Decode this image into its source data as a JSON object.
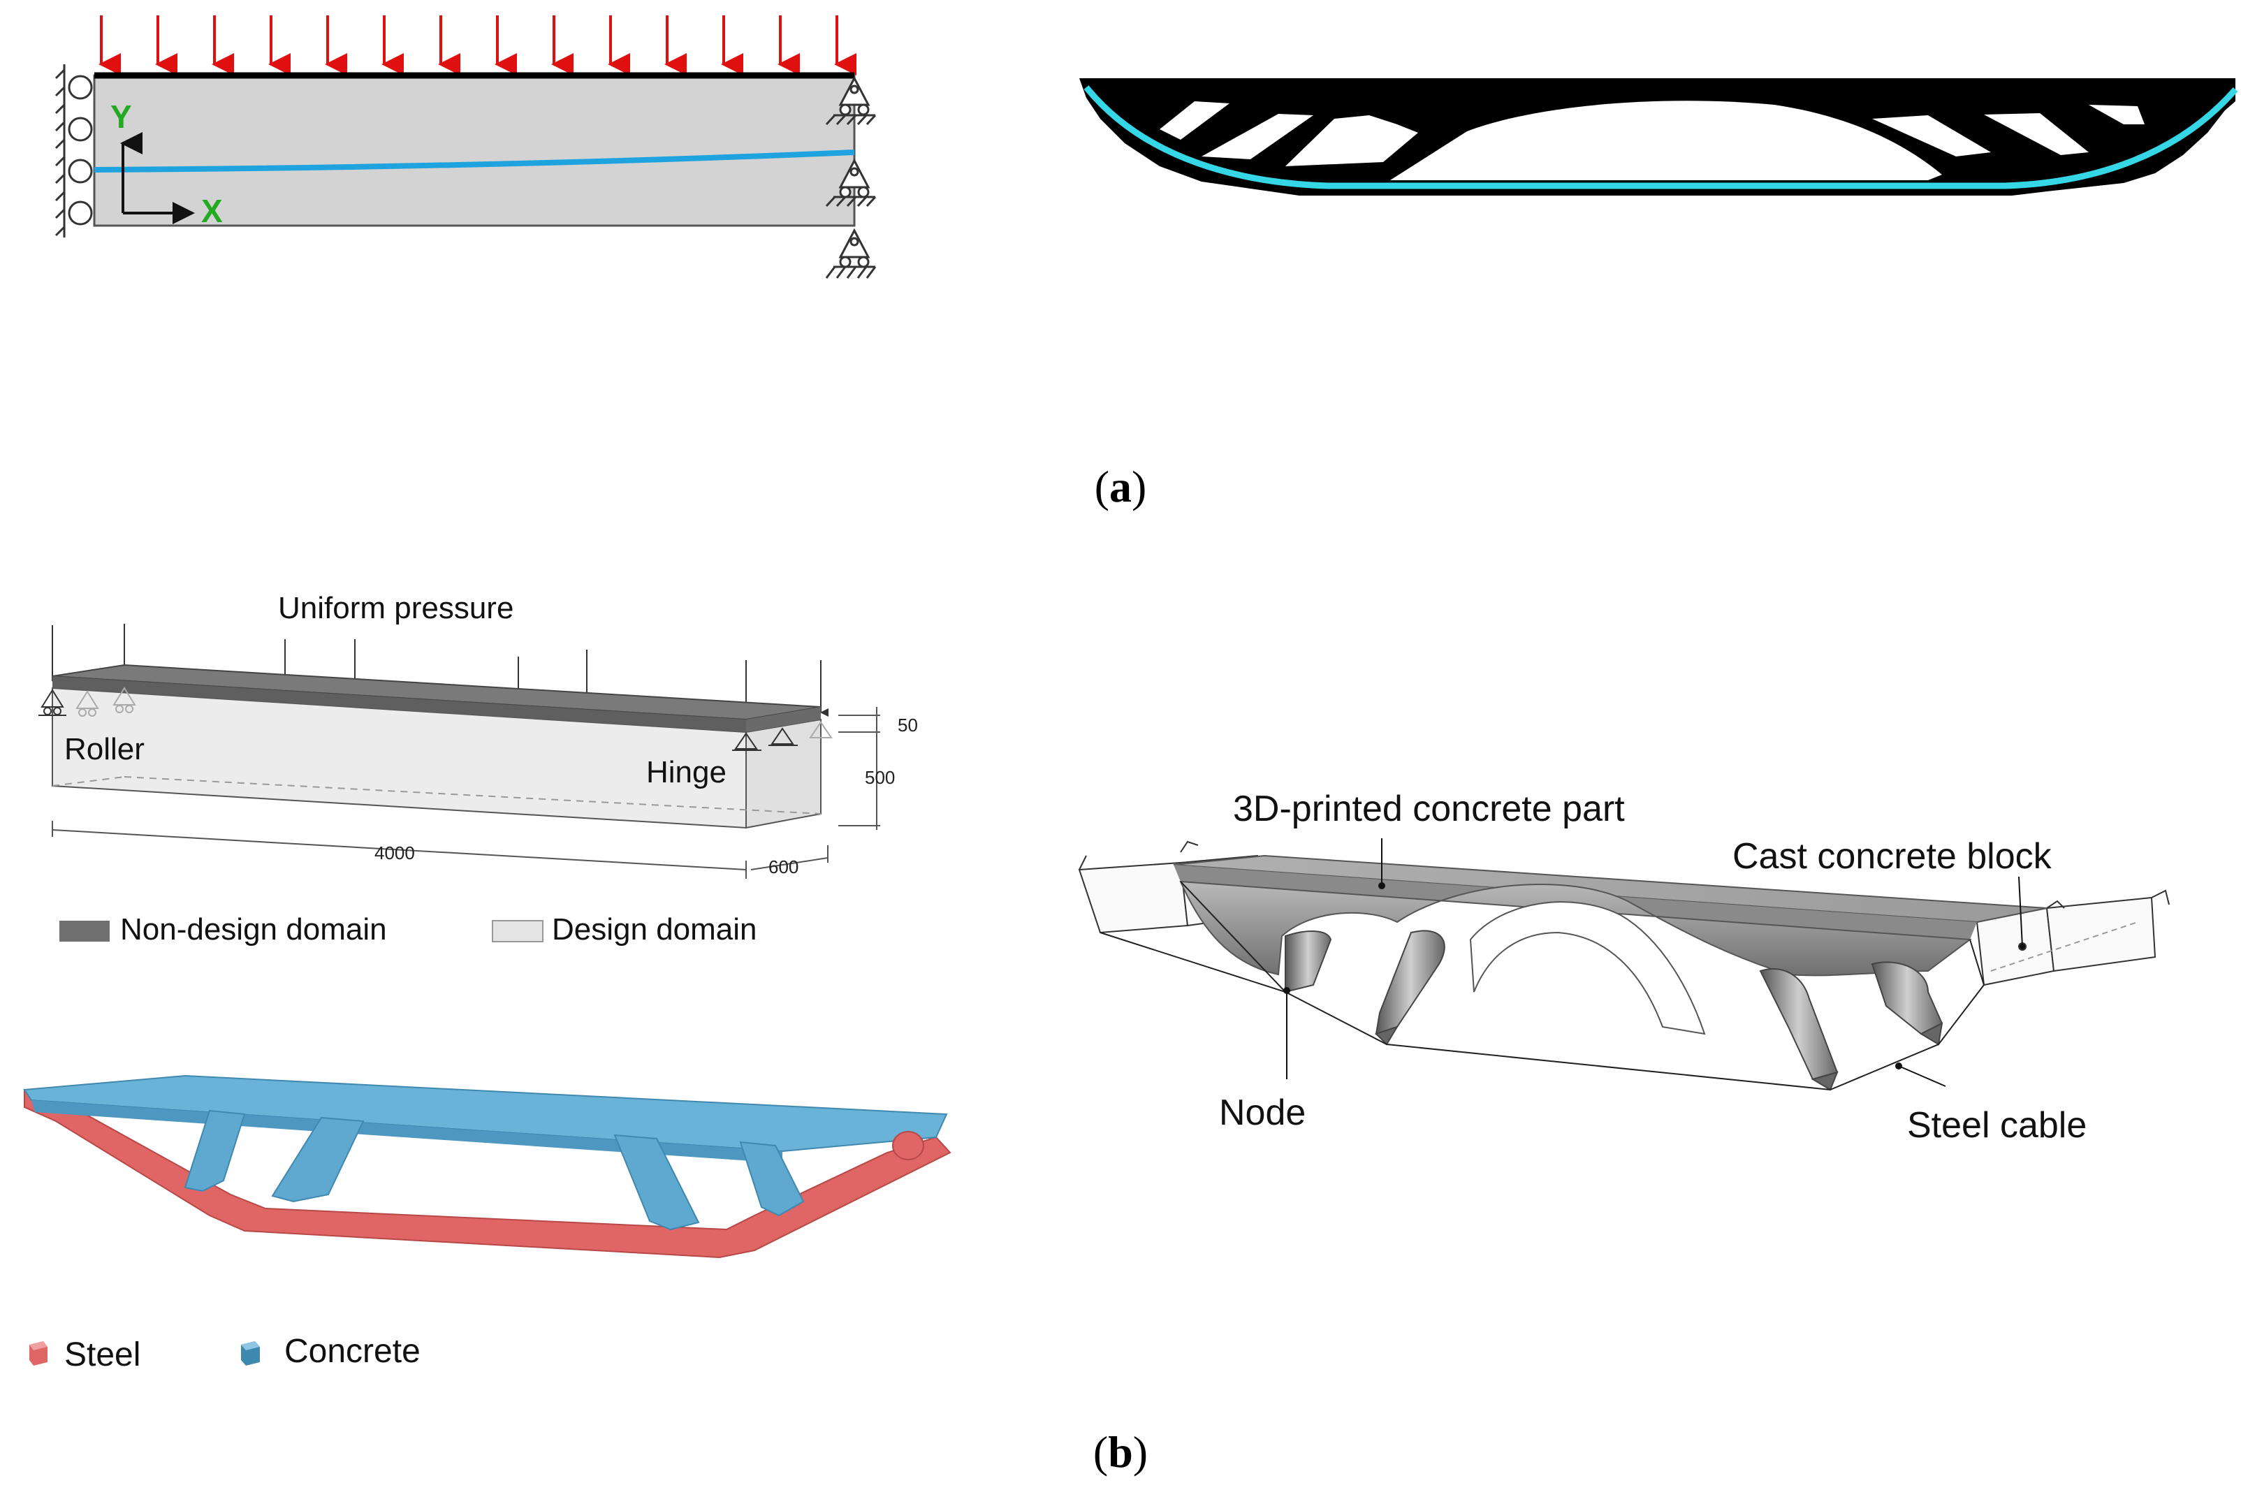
{
  "panel_a": {
    "caption": "(a)",
    "caption_letter": "a",
    "axis_y_label": "Y",
    "axis_x_label": "X",
    "colors": {
      "load_arrow": "#e01010",
      "beam_fill": "#d3d3d3",
      "stress_line": "#1ea3df",
      "axis_label": "#22aa22",
      "topo_fill": "#000000",
      "topo_line": "#35d6e6"
    }
  },
  "panel_b": {
    "caption": "(b)",
    "caption_letter": "b",
    "uniform_pressure": "Uniform pressure",
    "roller": "Roller",
    "hinge": "Hinge",
    "dim_50": "50",
    "dim_500": "500",
    "dim_4000": "4000",
    "dim_600": "600",
    "legend_nondesign": "Non-design domain",
    "legend_design": "Design domain",
    "legend_steel": "Steel",
    "legend_concrete": "Concrete",
    "label_printed": "3D-printed concrete part",
    "label_cast": "Cast concrete block",
    "label_node": "Node",
    "label_cable": "Steel cable",
    "colors": {
      "nondesign": "#707070",
      "design": "#e4e4e4",
      "steel": "#e06565",
      "concrete": "#5fa8d0"
    }
  }
}
